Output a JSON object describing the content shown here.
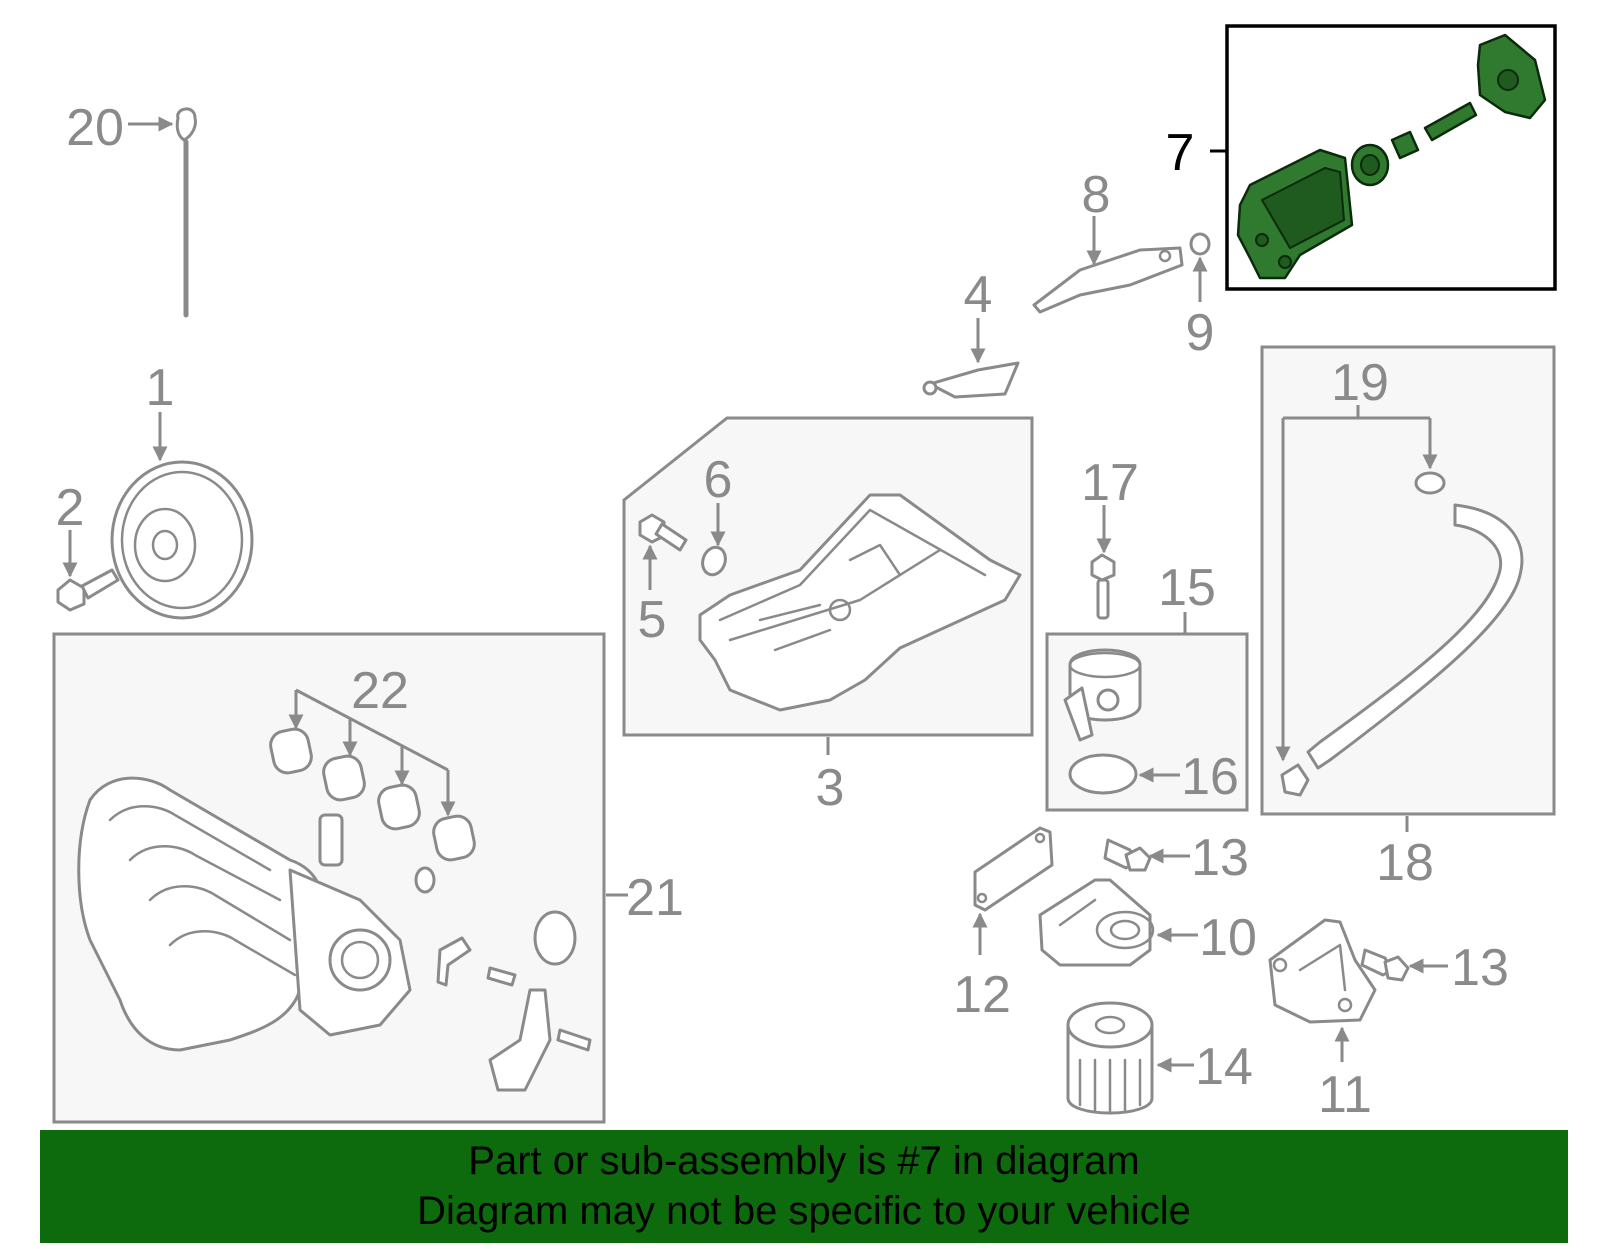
{
  "callouts": {
    "c1": "1",
    "c2": "2",
    "c3": "3",
    "c4": "4",
    "c5": "5",
    "c6": "6",
    "c7": "7",
    "c8": "8",
    "c9": "9",
    "c10": "10",
    "c11": "11",
    "c12": "12",
    "c13a": "13",
    "c13b": "13",
    "c14": "14",
    "c15": "15",
    "c16": "16",
    "c17": "17",
    "c18": "18",
    "c19": "19",
    "c20": "20",
    "c21": "21",
    "c22": "22"
  },
  "banner": {
    "line1": "Part or sub-assembly is #7 in diagram",
    "line2": "Diagram may not be specific to your vehicle"
  },
  "colors": {
    "highlight_part": "#2f7a2f",
    "banner_background": "#0d6b0d",
    "callout_gray": "#8a8a8a"
  }
}
